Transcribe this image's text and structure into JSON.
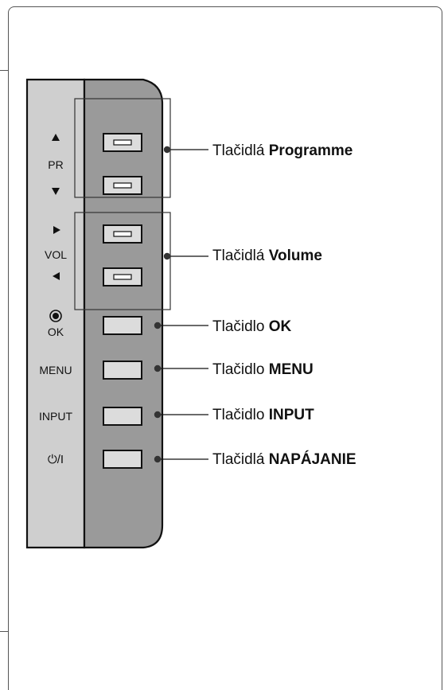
{
  "panel_labels": {
    "pr": "PR",
    "vol": "VOL",
    "ok": "OK",
    "menu": "MENU",
    "input": "INPUT",
    "power": "⏻/I"
  },
  "panel_icons": {
    "pr_up": "up-triangle-icon",
    "pr_down": "down-triangle-icon",
    "vol_right": "right-triangle-icon",
    "vol_left": "left-triangle-icon",
    "ok": "ok-dot-icon"
  },
  "callouts": {
    "programme": {
      "prefix": "Tlačidlá ",
      "bold": "Programme"
    },
    "volume": {
      "prefix": "Tlačidlá ",
      "bold": "Volume"
    },
    "ok": {
      "prefix": "Tlačidlo ",
      "bold": "OK"
    },
    "menu": {
      "prefix": "Tlačidlo ",
      "bold": "MENU"
    },
    "input": {
      "prefix": "Tlačidlo ",
      "bold": "INPUT"
    },
    "power": {
      "prefix": "Tlačidlá ",
      "bold": "NAPÁJANIE"
    }
  },
  "colors": {
    "label_strip": "#cfcfcf",
    "button_strip": "#9a9a9a",
    "button_face": "#dcdcdc",
    "outline": "#111111",
    "frame": "#555555"
  }
}
